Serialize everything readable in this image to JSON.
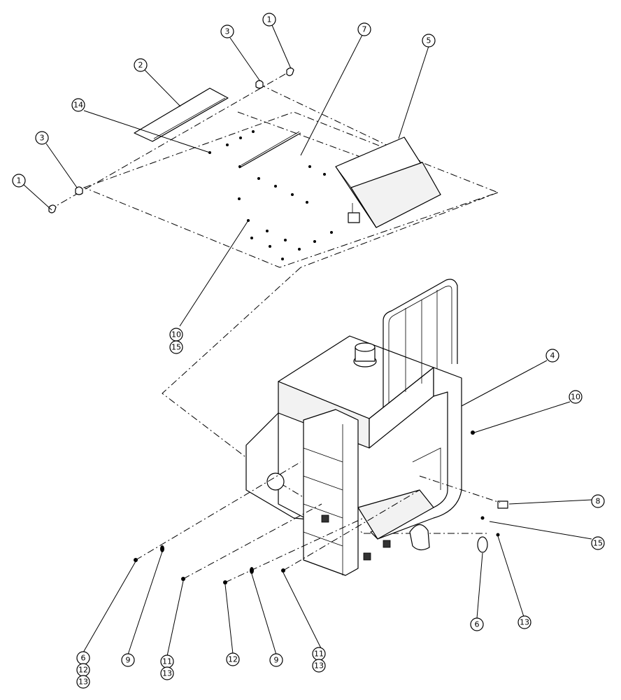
{
  "callouts": [
    {
      "id": "c1a",
      "label": "1"
    },
    {
      "id": "c3a",
      "label": "3"
    },
    {
      "id": "c7",
      "label": "7"
    },
    {
      "id": "c5",
      "label": "5"
    },
    {
      "id": "c2",
      "label": "2"
    },
    {
      "id": "c14",
      "label": "14"
    },
    {
      "id": "c3b",
      "label": "3"
    },
    {
      "id": "c1b",
      "label": "1"
    },
    {
      "id": "c10a",
      "label": "10"
    },
    {
      "id": "c15a",
      "label": "15"
    },
    {
      "id": "c4",
      "label": "4"
    },
    {
      "id": "c10b",
      "label": "10"
    },
    {
      "id": "c8",
      "label": "8"
    },
    {
      "id": "c15b",
      "label": "15"
    },
    {
      "id": "c6a",
      "label": "6"
    },
    {
      "id": "c13a",
      "label": "13"
    },
    {
      "id": "c6b",
      "label": "6"
    },
    {
      "id": "c12a",
      "label": "12"
    },
    {
      "id": "c13b",
      "label": "13"
    },
    {
      "id": "c9a",
      "label": "9"
    },
    {
      "id": "c11a",
      "label": "11"
    },
    {
      "id": "c13c",
      "label": "13"
    },
    {
      "id": "c12b",
      "label": "12"
    },
    {
      "id": "c9b",
      "label": "9"
    },
    {
      "id": "c11b",
      "label": "11"
    },
    {
      "id": "c13d",
      "label": "13"
    }
  ]
}
